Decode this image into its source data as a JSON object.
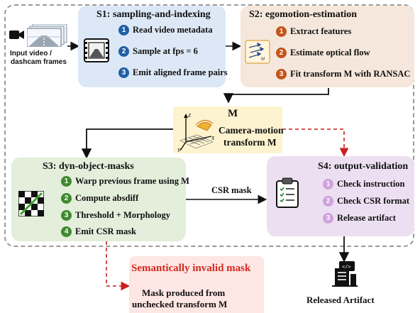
{
  "input": {
    "label_line1": "Input video /",
    "label_line2": "dashcam frames"
  },
  "s1": {
    "title": "S1: sampling-and-indexing",
    "steps": [
      {
        "num": "1",
        "text": "Read video metadata"
      },
      {
        "num": "2",
        "text": "Sample at fps = 6"
      },
      {
        "num": "3",
        "text": "Emit aligned frame pairs"
      }
    ]
  },
  "s2": {
    "title": "S2: egomotion-estimation",
    "steps": [
      {
        "num": "1",
        "text": "Extract features"
      },
      {
        "num": "2",
        "text": "Estimate optical flow"
      },
      {
        "num": "3",
        "text": "Fit transform M with RANSAC"
      }
    ]
  },
  "m": {
    "symbol": "M",
    "line1": "Camera-motion",
    "line2": "transform M",
    "axis_z": "Z",
    "axis_x": "X",
    "axis_y": "Y"
  },
  "s3": {
    "title": "S3: dyn-object-masks",
    "steps": [
      {
        "num": "1",
        "text": "Warp previous frame using M"
      },
      {
        "num": "2",
        "text": "Compute absdiff"
      },
      {
        "num": "3",
        "text": "Threshold + Morphology"
      },
      {
        "num": "4",
        "text": "Emit CSR mask"
      }
    ]
  },
  "csr_label": "CSR mask",
  "s4": {
    "title": "S4: output-validation",
    "steps": [
      {
        "num": "1",
        "text": "Check instruction"
      },
      {
        "num": "2",
        "text": "Check CSR format"
      },
      {
        "num": "3",
        "text": "Release artifact"
      }
    ]
  },
  "invalid": {
    "title": "Semantically invalid mask",
    "line1": "Mask produced from",
    "line2": "unchecked transform M"
  },
  "released": "Released Artifact",
  "colors": {
    "s1_bg": "#dce8f6",
    "s1_num": "#1f5fa5",
    "s2_bg": "#f5e7db",
    "s2_num": "#c4541c",
    "m_bg": "#fdf3cf",
    "s3_bg": "#e3eedb",
    "s3_num": "#3f8a2e",
    "s4_bg": "#eddff2",
    "s4_num": "#cfa2dd",
    "invalid_bg": "#fde6e3",
    "invalid_title": "#d42a1f",
    "dashed_red": "#cc1f1f"
  }
}
